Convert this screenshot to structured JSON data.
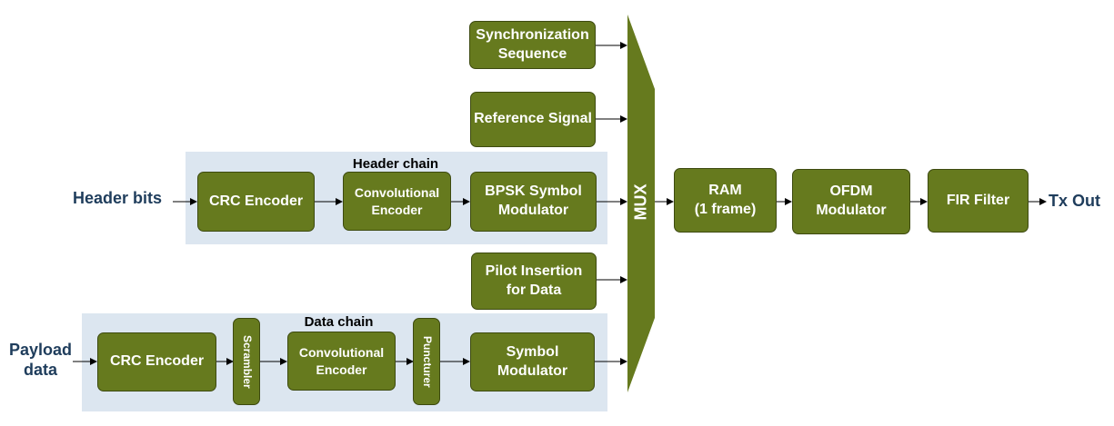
{
  "diagram": {
    "inputs": {
      "header_bits": "Header bits",
      "payload_data": "Payload\ndata"
    },
    "output": "Tx Out",
    "top_blocks": {
      "sync": "Synchronization\nSequence",
      "reference": "Reference Signal",
      "pilot": "Pilot Insertion\nfor Data"
    },
    "header_chain": {
      "title": "Header chain",
      "blocks": [
        "CRC Encoder",
        "Convolutional\nEncoder",
        "BPSK Symbol\nModulator"
      ]
    },
    "data_chain": {
      "title": "Data chain",
      "blocks": [
        "CRC Encoder",
        "Scrambler",
        "Convolutional\nEncoder",
        "Puncturer",
        "Symbol\nModulator"
      ]
    },
    "mux": "MUX",
    "tail_blocks": [
      "RAM\n(1 frame)",
      "OFDM\nModulator",
      "FIR Filter"
    ],
    "colors": {
      "block_fill": "#667a1e",
      "block_border": "#3d4a10",
      "chain_bg": "#dce6f0",
      "io_text": "#1f3d5c"
    }
  }
}
